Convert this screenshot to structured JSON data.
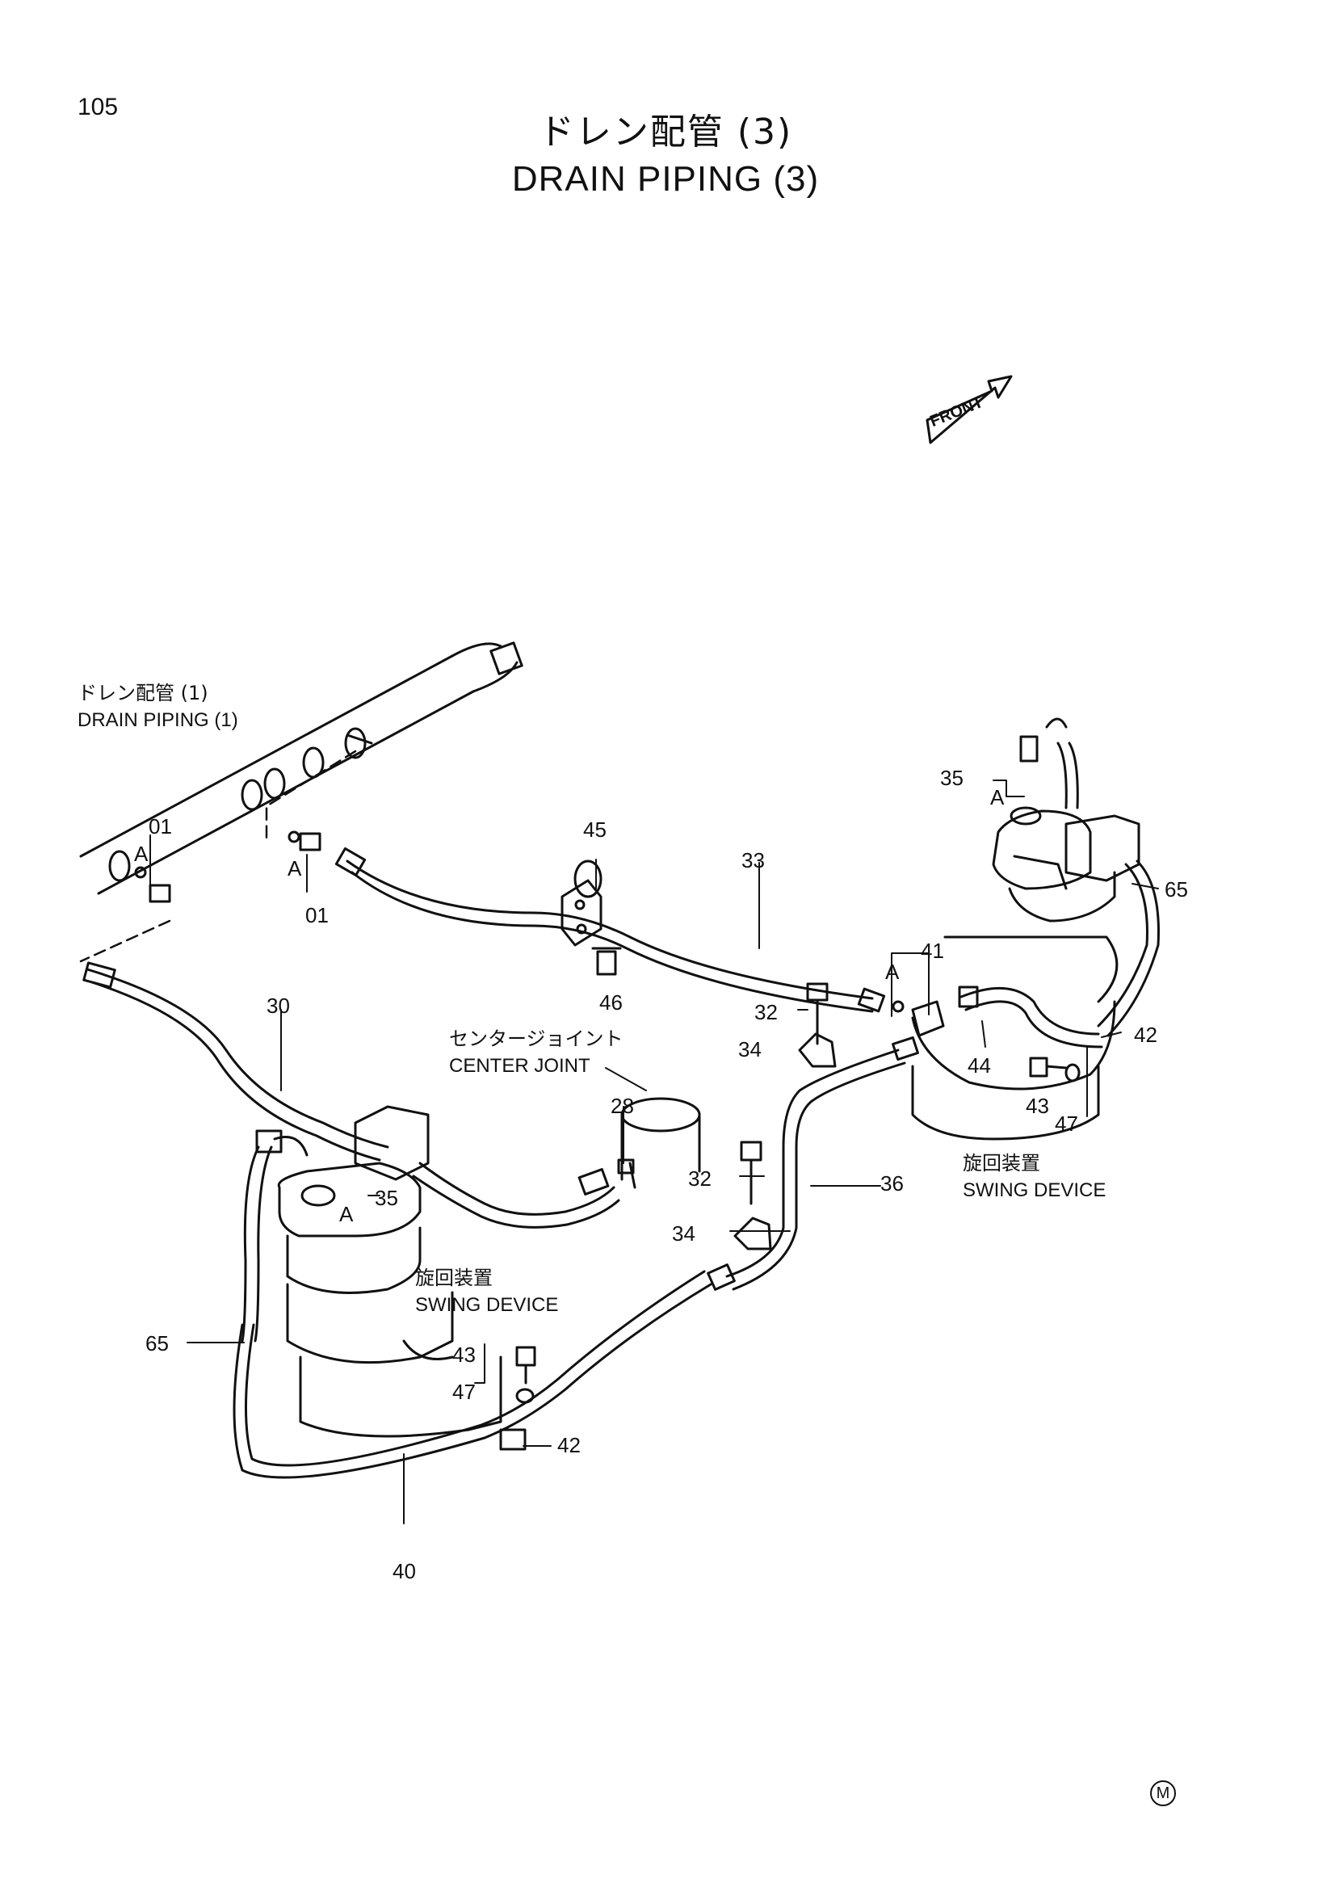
{
  "page": {
    "number": "105"
  },
  "title": {
    "jp": "ドレン配管 (3)",
    "en": "DRAIN PIPING (3)"
  },
  "direction_marker": {
    "text": "FRONT"
  },
  "callouts": {
    "drain_piping_1_jp": "ドレン配管 (1)",
    "drain_piping_1_en": "DRAIN PIPING (1)",
    "center_joint_jp": "センタージョイント",
    "center_joint_en": "CENTER JOINT",
    "swing_device_jp": "旋回装置",
    "swing_device_en": "SWING DEVICE"
  },
  "view_marker": "A",
  "part_numbers": [
    "01",
    "28",
    "30",
    "32",
    "33",
    "34",
    "35",
    "36",
    "40",
    "41",
    "42",
    "43",
    "44",
    "45",
    "46",
    "47",
    "65"
  ],
  "footer": {
    "mark": "M"
  }
}
